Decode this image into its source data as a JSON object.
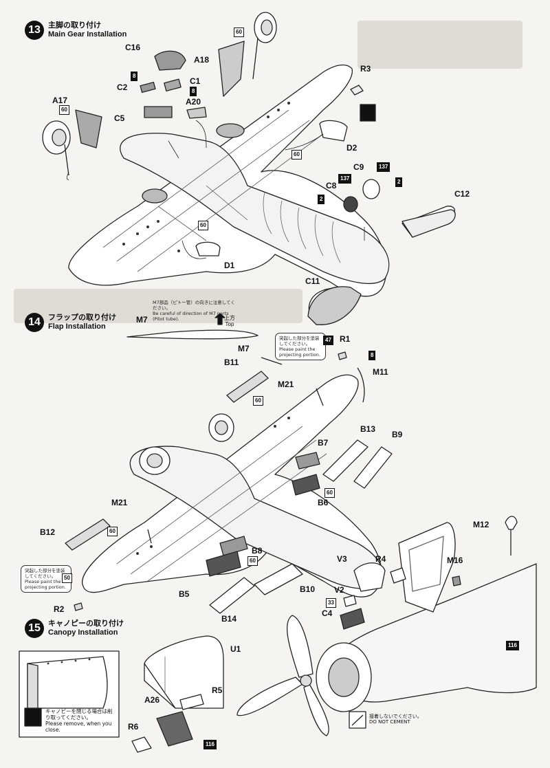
{
  "steps": [
    {
      "number": "13",
      "title_jp": "主脚の取り付け",
      "title_en": "Main Gear Installation"
    },
    {
      "number": "14",
      "title_jp": "フラップの取り付け",
      "title_en": "Flap Installation"
    },
    {
      "number": "15",
      "title_jp": "キャノピーの取り付け",
      "title_en": "Canopy Installation"
    }
  ],
  "parts": {
    "c16": "C16",
    "a18": "A18",
    "r3": "R3",
    "c2": "C2",
    "c1": "C1",
    "a17": "A17",
    "c5": "C5",
    "a20": "A20",
    "d2": "D2",
    "c9": "C9",
    "c8": "C8",
    "c12": "C12",
    "d1": "D1",
    "c11": "C11",
    "m7_note": "M7",
    "m7": "M7",
    "r1": "R1",
    "b11": "B11",
    "m21_top": "M21",
    "m11": "M11",
    "b13": "B13",
    "b9": "B9",
    "b7": "B7",
    "b6": "B6",
    "m21_bottom": "M21",
    "b12": "B12",
    "b8": "B8",
    "b5": "B5",
    "b10": "B10",
    "b14": "B14",
    "r2": "R2",
    "m12": "M12",
    "r4": "R4",
    "v3": "V3",
    "m16": "M16",
    "v2": "V2",
    "c4": "C4",
    "u1": "U1",
    "r5": "R5",
    "a26": "A26",
    "r6": "R6"
  },
  "badges": {
    "b60_a18": "60",
    "b8_c2": "8",
    "b8_c1": "8",
    "b60_a17": "60",
    "b60_wingmid": "60",
    "b60_wingleft": "60",
    "b137_c9": "137",
    "b137_c8": "137",
    "b2_c9": "2",
    "b2_c8": "2",
    "b47": "47",
    "b8_m11": "8",
    "b60_b11": "60",
    "b60_b6": "60",
    "b60_b12": "60",
    "b60_b8": "60",
    "b50": "50",
    "b33": "33",
    "b116_fuselage": "116",
    "b116_canopy": "116"
  },
  "notes": {
    "m7_jp": "M7部品（ピトー管）の向きに注意してください。",
    "m7_en": "Be careful of direction of M7 parts (Pitot tube).",
    "top_jp": "上方",
    "top_en": "Top",
    "paint_jp": "突起した部分を塗装してください。",
    "paint_en": "Please paint the projecting portion.",
    "canopy_jp": "キャノピーを閉じる場合は削り取ってください。",
    "canopy_en": "Please remove, when you close.",
    "cement_jp": "接着しないでください。",
    "cement_en": "DO NOT CEMENT"
  }
}
